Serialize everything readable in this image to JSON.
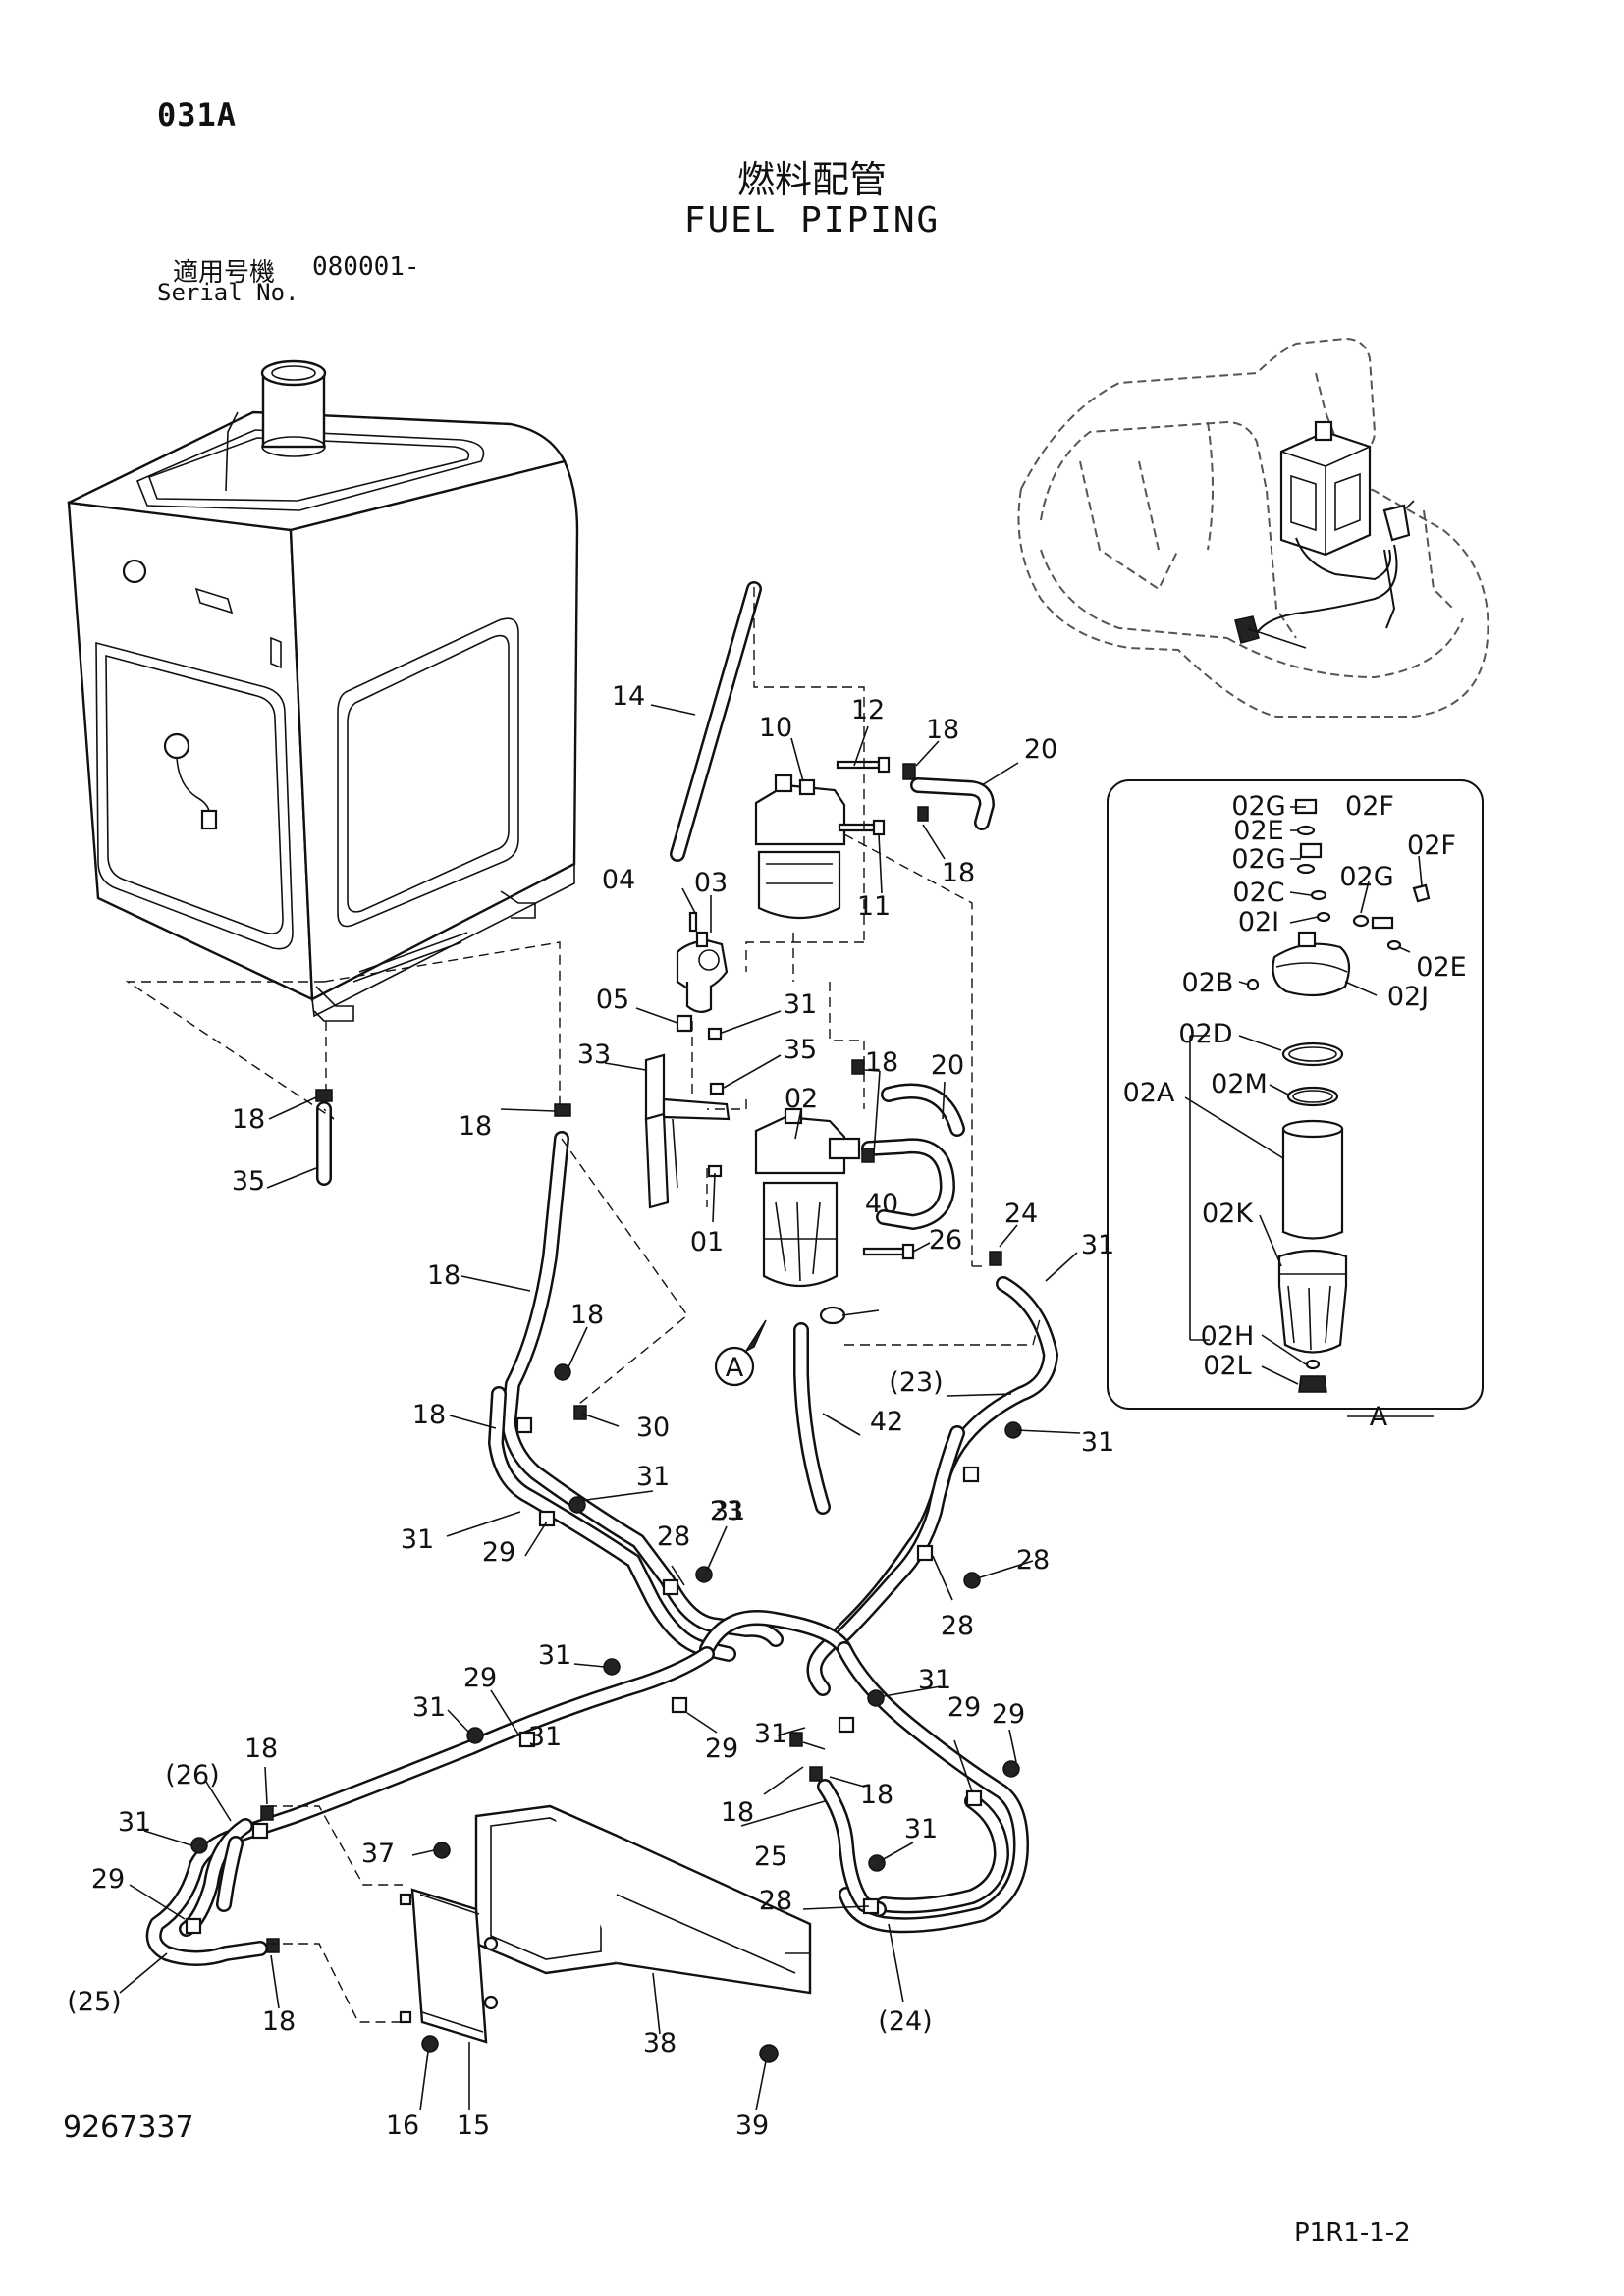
{
  "header": {
    "page_code": "031A",
    "title_jp": "燃料配管",
    "title_en": "FUEL PIPING",
    "serial_label_jp": "適用号機",
    "serial_number": "080001-",
    "serial_label_en": "Serial No."
  },
  "footer": {
    "drawing_number": "9267337",
    "page_reference": "P1R1-1-2"
  },
  "detail_view": {
    "id": "A",
    "labels": [
      "02G",
      "02F",
      "02E",
      "02G",
      "02F",
      "02C",
      "02G",
      "02I",
      "02E",
      "02B",
      "02J",
      "02D",
      "02M",
      "02A",
      "02K",
      "02H",
      "02L"
    ]
  },
  "callouts": [
    "14",
    "10",
    "12",
    "18",
    "20",
    "04",
    "03",
    "11",
    "18",
    "05",
    "31",
    "35",
    "33",
    "18",
    "20",
    "02",
    "18",
    "18",
    "40",
    "35",
    "01",
    "26",
    "18",
    "24",
    "31",
    "18",
    "30",
    "18",
    "(23)",
    "42",
    "31",
    "31",
    "23",
    "31",
    "28",
    "29",
    "31",
    "28",
    "28",
    "31",
    "31",
    "29",
    "31",
    "31",
    "29",
    "29",
    "31",
    "29",
    "(26)",
    "18",
    "18",
    "18",
    "31",
    "25",
    "31",
    "37",
    "29",
    "28",
    "(25)",
    "18",
    "(24)",
    "38",
    "16",
    "15",
    "39"
  ],
  "detail_marker": "A"
}
